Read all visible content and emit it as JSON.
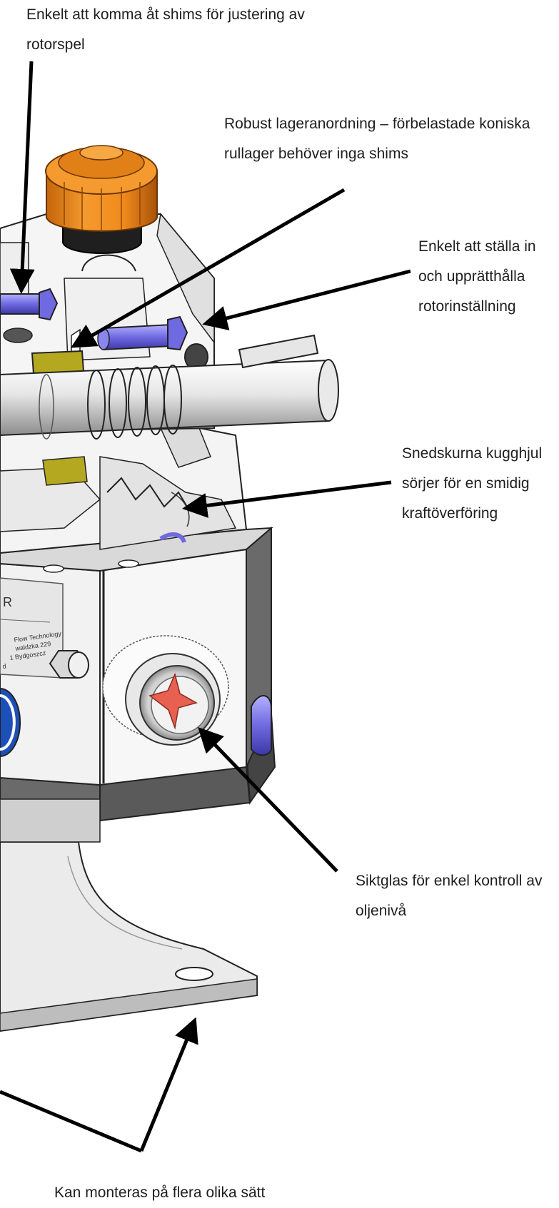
{
  "callouts": [
    {
      "id": "shims-access",
      "lines": [
        "Enkelt att komma åt shims för justering av",
        "rotorspel"
      ]
    },
    {
      "id": "bearing-arrangement",
      "lines": [
        "Robust lageranordning – förbelastade koniska",
        "rullager behöver inga shims"
      ]
    },
    {
      "id": "rotor-setting",
      "lines": [
        "Enkelt att ställa in",
        "och upprätthålla",
        "rotorinställning"
      ]
    },
    {
      "id": "helical-gears",
      "lines": [
        "Snedskurna kugghjul",
        "sörjer för en smidig",
        "kraftöverföring"
      ]
    },
    {
      "id": "sight-glass",
      "lines": [
        "Siktglas för enkel kontroll av",
        "oljenivå"
      ]
    },
    {
      "id": "mounting",
      "lines": [
        "Kan monteras på flera olika sätt"
      ]
    }
  ],
  "nameplate": {
    "model": "R",
    "lines": [
      "Flow Technology",
      "waldzka 229",
      "1 Bydgoszcz",
      "d"
    ]
  },
  "colors": {
    "housing": "#f2f2f2",
    "housing_shade": "#d9d9d9",
    "base_dark": "#5a5a5a",
    "orange_cap": "#f08a1c",
    "bolt_blue": "#6f6ae0",
    "shim_olive": "#b5a821",
    "sight_star": "#e8604f",
    "arrow": "#000000"
  }
}
